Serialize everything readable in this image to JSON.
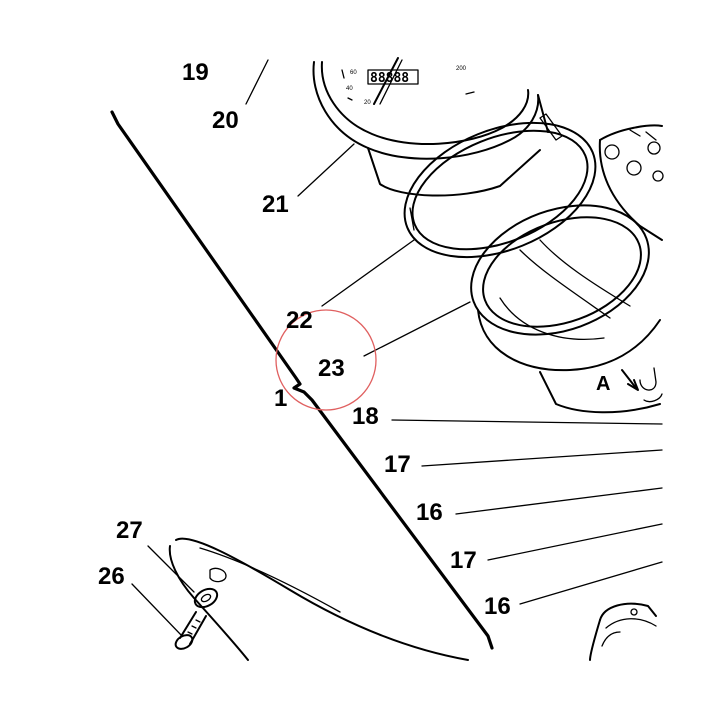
{
  "labels": [
    {
      "id": "19",
      "text": "19"
    },
    {
      "id": "20",
      "text": "20"
    },
    {
      "id": "21",
      "text": "21"
    },
    {
      "id": "22",
      "text": "22"
    },
    {
      "id": "23",
      "text": "23"
    },
    {
      "id": "1",
      "text": "1"
    },
    {
      "id": "18",
      "text": "18"
    },
    {
      "id": "17a",
      "text": "17"
    },
    {
      "id": "16a",
      "text": "16"
    },
    {
      "id": "17b",
      "text": "17"
    },
    {
      "id": "16b",
      "text": "16"
    },
    {
      "id": "27",
      "text": "27"
    },
    {
      "id": "26",
      "text": "26"
    },
    {
      "id": "A",
      "text": "A"
    }
  ],
  "gauge": {
    "odometer": "88888",
    "dial_marks": [
      "60",
      "40",
      "20",
      "200"
    ]
  },
  "colors": {
    "ink": "#000000",
    "highlight_circle": "#e06060",
    "background": "#ffffff"
  }
}
